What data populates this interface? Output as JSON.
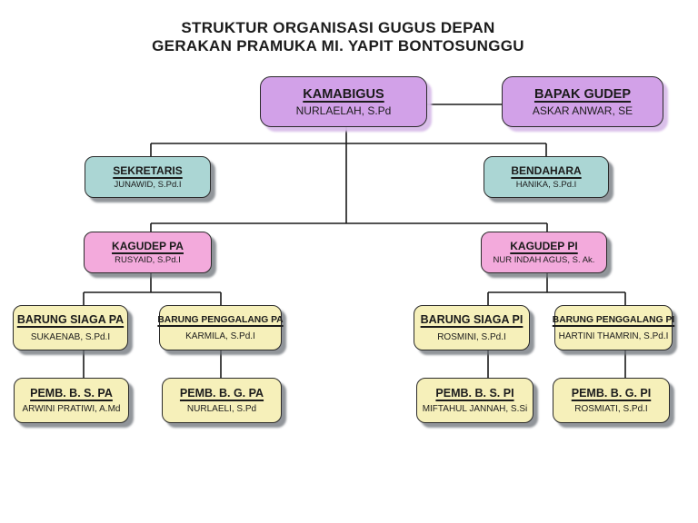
{
  "page_title": {
    "line1": "STRUKTUR ORGANISASI GUGUS DEPAN",
    "line2": "GERAKAN PRAMUKA MI. YAPIT BONTOSUNGGU"
  },
  "colors": {
    "purple": "#d2a1e8",
    "teal": "#abd6d4",
    "pink": "#f3aadc",
    "yellow": "#f6f0ba",
    "line": "#1a1a1a"
  },
  "nodes": [
    {
      "role": "KAMABIGUS",
      "name": "NURLAELAH, S.Pd",
      "type": "purple"
    },
    {
      "role": "BAPAK GUDEP",
      "name": "ASKAR ANWAR, SE",
      "type": "purple"
    },
    {
      "role": "SEKRETARIS",
      "name": "JUNAWID, S.Pd.I",
      "type": "teal"
    },
    {
      "role": "BENDAHARA",
      "name": "HANIKA, S.Pd.I",
      "type": "teal"
    },
    {
      "role": "KAGUDEP PA",
      "name": "RUSYAID, S.Pd.I",
      "type": "pink"
    },
    {
      "role": "KAGUDEP PI",
      "name": "NUR INDAH AGUS, S. Ak.",
      "type": "pink"
    },
    {
      "role": "BARUNG SIAGA PA",
      "name": "SUKAENAB, S.Pd.I",
      "type": "yellow"
    },
    {
      "role": "BARUNG PENGGALANG PA",
      "name": "KARMILA, S.Pd.I",
      "type": "yellow"
    },
    {
      "role": "BARUNG SIAGA PI",
      "name": "ROSMINI, S.Pd.I",
      "type": "yellow"
    },
    {
      "role": "BARUNG PENGGALANG PI",
      "name": "HARTINI THAMRIN, S.Pd.I",
      "type": "yellow"
    },
    {
      "role": "PEMB. B. S. PA",
      "name": "ARWINI PRATIWI, A.Md",
      "type": "yellow"
    },
    {
      "role": "PEMB. B. G. PA",
      "name": "NURLAELI, S.Pd",
      "type": "yellow"
    },
    {
      "role": "PEMB. B. S. PI",
      "name": "MIFTAHUL JANNAH, S.Si",
      "type": "yellow"
    },
    {
      "role": "PEMB. B. G. PI",
      "name": "ROSMIATI, S.Pd.I",
      "type": "yellow"
    }
  ]
}
